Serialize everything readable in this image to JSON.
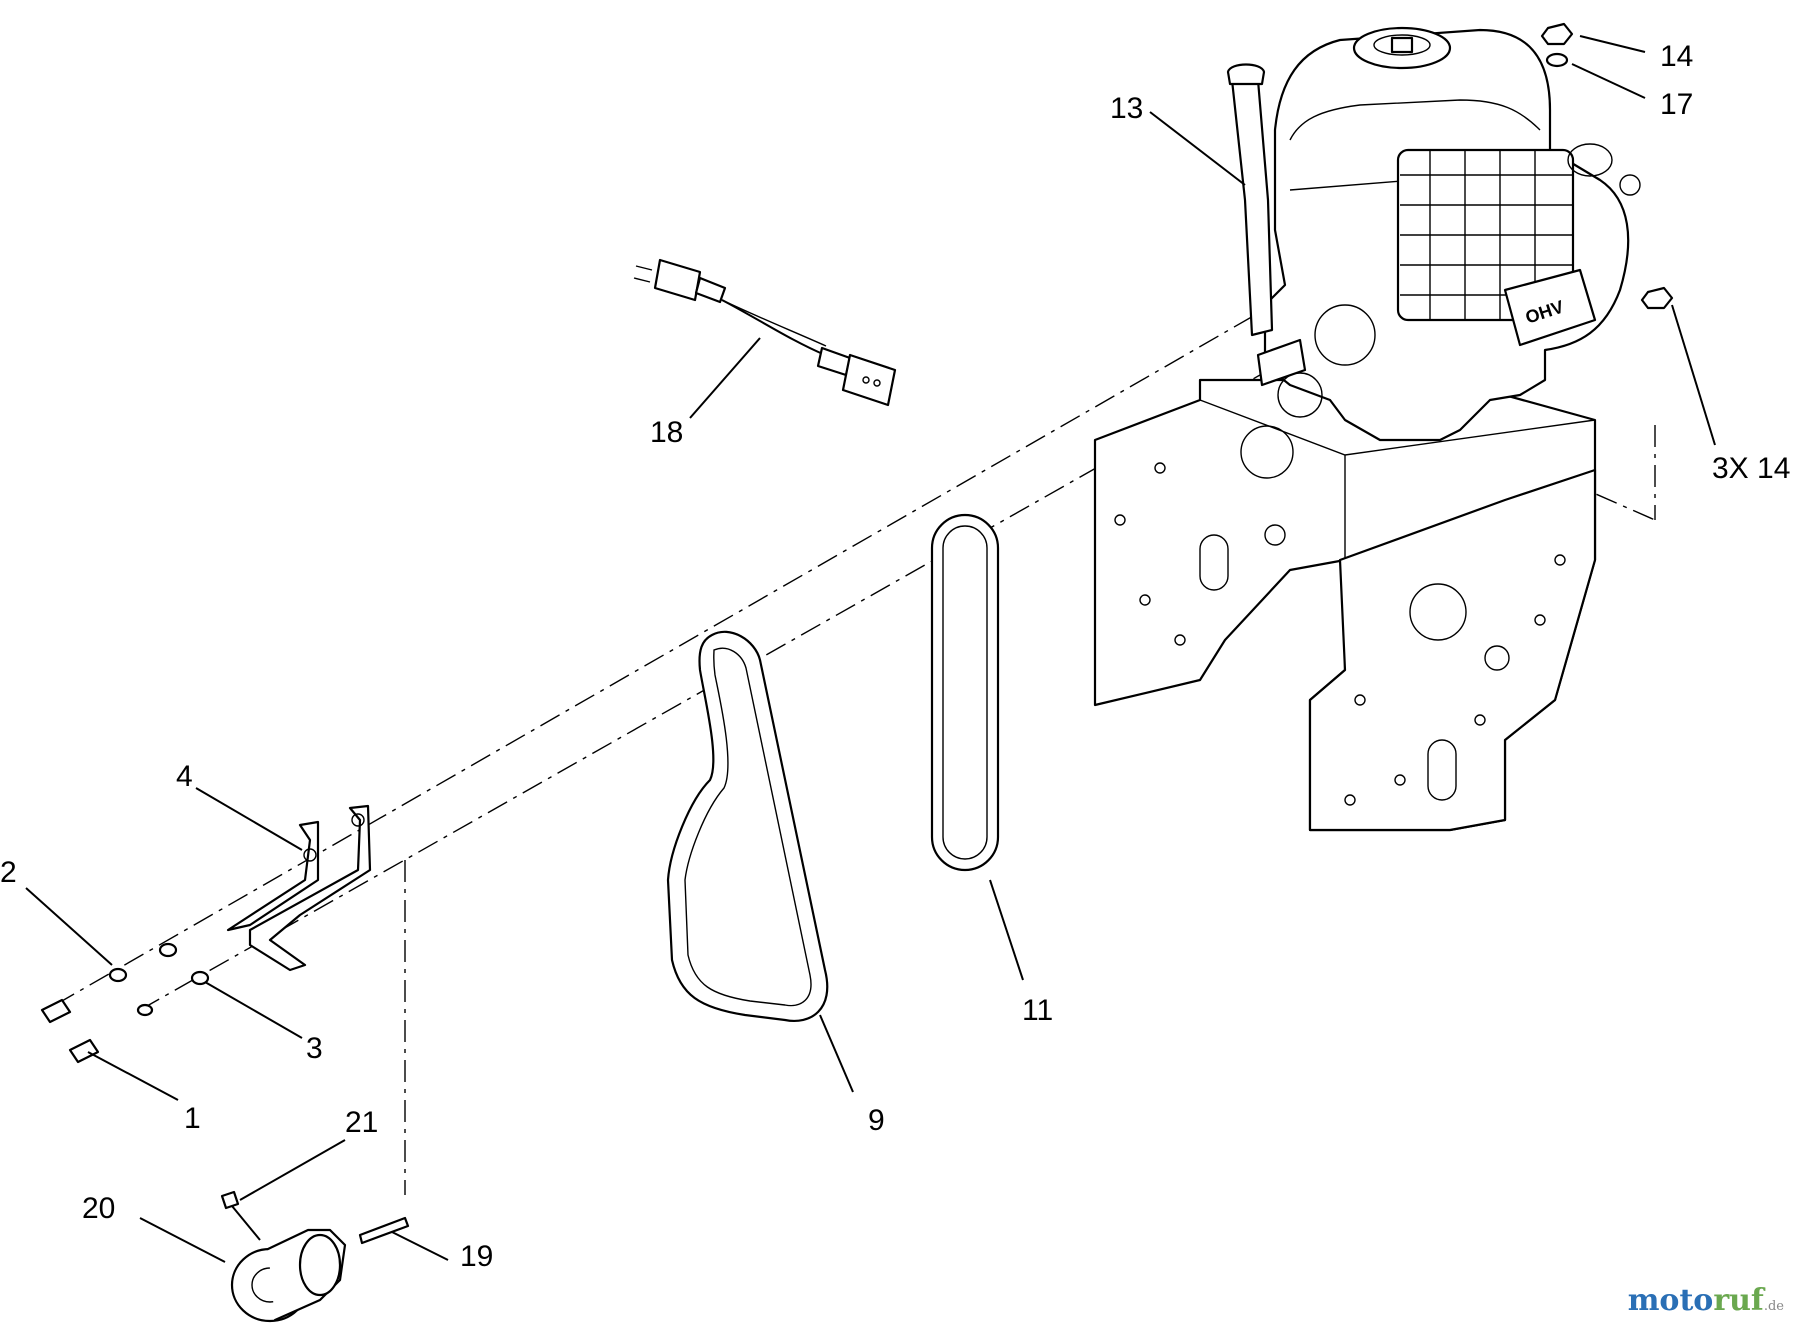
{
  "callouts": {
    "c1": "1",
    "c2": "2",
    "c3": "3",
    "c4": "4",
    "c9": "9",
    "c11": "11",
    "c13": "13",
    "c14a": "14",
    "c14b": "3X 14",
    "c17": "17",
    "c18": "18",
    "c19": "19",
    "c20": "20",
    "c21": "21"
  },
  "engine_badge": "OHV",
  "watermark": {
    "brand_a": "moto",
    "brand_b": "ruf",
    "suffix": ".de"
  }
}
